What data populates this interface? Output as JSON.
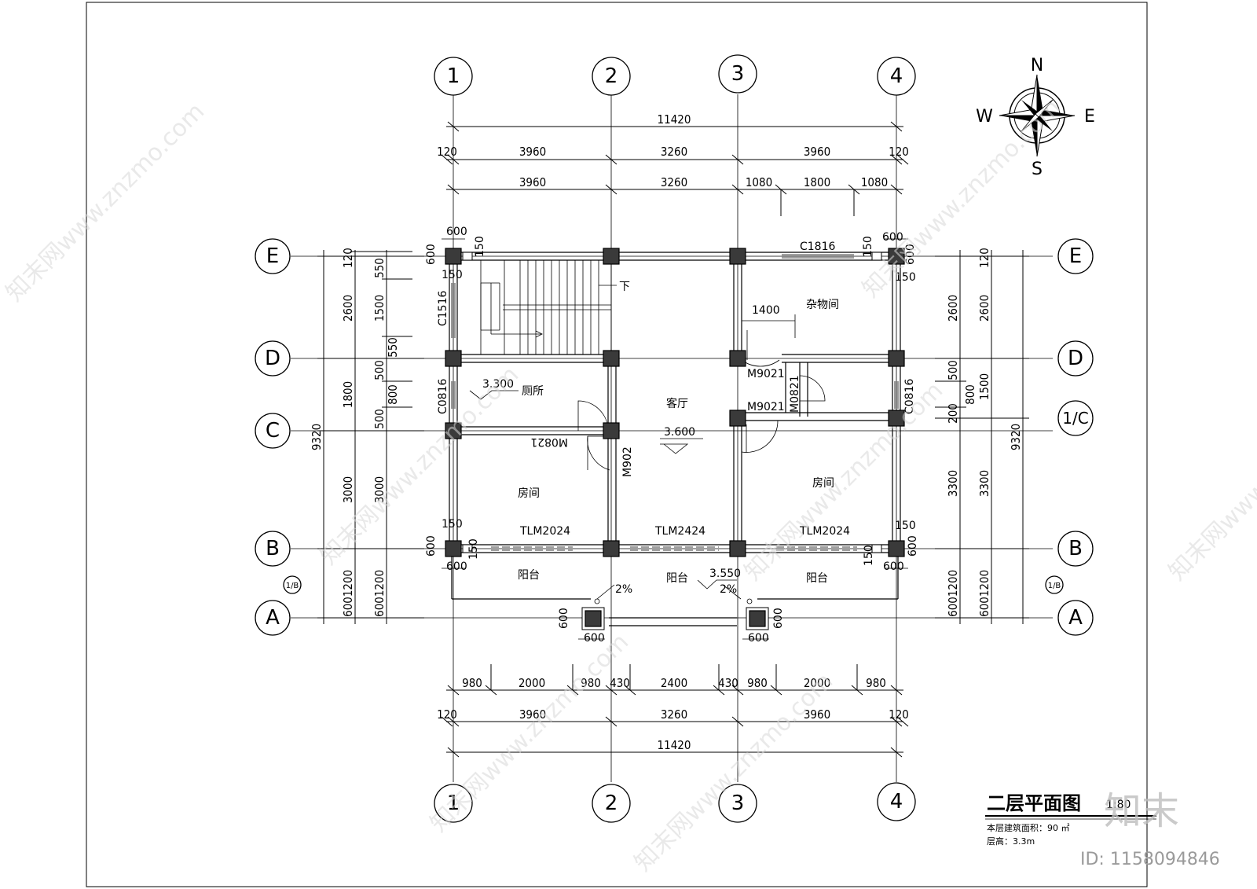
{
  "axes": {
    "vertical": [
      "1",
      "2",
      "3",
      "4"
    ],
    "horizontal_left": [
      "E",
      "D",
      "C",
      "B",
      "A"
    ],
    "horizontal_right": [
      "E",
      "D",
      "1/C",
      "B",
      "A"
    ],
    "aux_left": "1/B",
    "aux_right": "1/B"
  },
  "compass": {
    "n": "N",
    "s": "S",
    "e": "E",
    "w": "W"
  },
  "dims": {
    "top_total": "11420",
    "top_row2": [
      "120",
      "3960",
      "3260",
      "3960",
      "120"
    ],
    "top_row3": [
      "3960",
      "3260",
      "1080",
      "1800",
      "1080"
    ],
    "bottom_row1": [
      "980",
      "2000",
      "980",
      "430",
      "2400",
      "430",
      "980",
      "2000",
      "980"
    ],
    "bottom_row2": [
      "120",
      "3960",
      "3260",
      "3960",
      "120"
    ],
    "bottom_total": "11420",
    "left_outer": "9320",
    "left_mid": [
      "2600",
      "1800",
      "3000",
      "1200",
      "600"
    ],
    "left_inner": [
      "120",
      "550",
      "1500",
      "550",
      "500",
      "800",
      "500",
      "3000",
      "1200",
      "600"
    ],
    "right_inner": [
      "2600",
      "500",
      "800",
      "200",
      "3300",
      "1200",
      "600"
    ],
    "right_mid": [
      "120",
      "2600",
      "1500",
      "3300",
      "1200",
      "600"
    ],
    "right_outer": "9320",
    "col_600": "600",
    "col_150": "150",
    "door_1400": "1400"
  },
  "labels": {
    "window_top": "C1816",
    "window_left": "C1516",
    "window_left2": "C0816",
    "window_right": "C0816",
    "door_m9021_a": "M9021",
    "door_m9021_b": "M9021",
    "door_m0821": "M0821",
    "door_m0821_b": "M0821",
    "door_m902": "M902",
    "tlm_left": "TLM2024",
    "tlm_mid": "TLM2424",
    "tlm_right": "TLM2024",
    "stair_down": "下",
    "slope_a": "2%",
    "slope_b": "2%"
  },
  "rooms": {
    "storage": "杂物间",
    "toilet": "厕所",
    "living": "客厅",
    "room_left": "房间",
    "room_right": "房间",
    "balcony_left": "阳台",
    "balcony_mid": "阳台",
    "balcony_right": "阳台"
  },
  "elevations": {
    "toilet": "3.300",
    "living": "3.600",
    "balcony": "3.550"
  },
  "title_block": {
    "title": "二层平面图",
    "scale": "1:80",
    "area_note": "本层建筑面积：90 ㎡",
    "height_note": "层高：3.3m"
  },
  "watermark": {
    "site": "知末网www.znzmo.com",
    "logo": "知末",
    "id": "ID: 1158094846"
  }
}
